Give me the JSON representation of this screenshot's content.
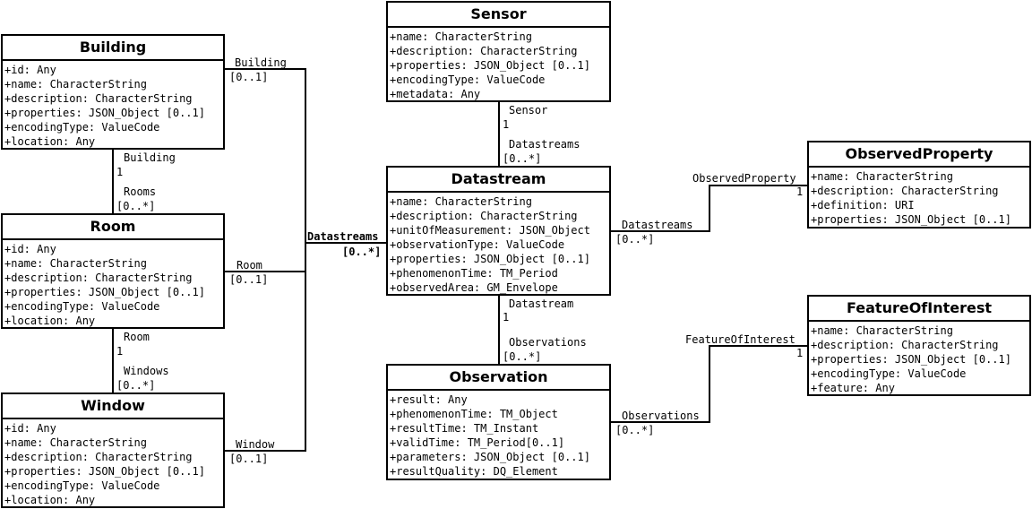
{
  "classes": {
    "sensor": {
      "title": "Sensor",
      "attributes": [
        "+name: CharacterString",
        "+description: CharacterString",
        "+properties: JSON_Object [0..1]",
        "+encodingType: ValueCode",
        "+metadata: Any"
      ]
    },
    "building": {
      "title": "Building",
      "attributes": [
        "+id: Any",
        "+name: CharacterString",
        "+description: CharacterString",
        "+properties: JSON_Object [0..1]",
        "+encodingType: ValueCode",
        "+location: Any"
      ]
    },
    "room": {
      "title": "Room",
      "attributes": [
        "+id: Any",
        "+name: CharacterString",
        "+description: CharacterString",
        "+properties: JSON_Object [0..1]",
        "+encodingType: ValueCode",
        "+location: Any"
      ]
    },
    "window": {
      "title": "Window",
      "attributes": [
        "+id: Any",
        "+name: CharacterString",
        "+description: CharacterString",
        "+properties: JSON_Object [0..1]",
        "+encodingType: ValueCode",
        "+location: Any"
      ]
    },
    "datastream": {
      "title": "Datastream",
      "attributes": [
        "+name: CharacterString",
        "+description: CharacterString",
        "+unitOfMeasurement: JSON_Object",
        "+observationType: ValueCode",
        "+properties: JSON_Object [0..1]",
        "+phenomenonTime: TM_Period",
        "+observedArea: GM_Envelope"
      ]
    },
    "observation": {
      "title": "Observation",
      "attributes": [
        "+result: Any",
        "+phenomenonTime: TM_Object",
        "+resultTime: TM_Instant",
        "+validTime: TM_Period[0..1]",
        "+parameters: JSON_Object [0..1]",
        "+resultQuality: DQ_Element"
      ]
    },
    "observed_property": {
      "title": "ObservedProperty",
      "attributes": [
        "+name: CharacterString",
        "+description: CharacterString",
        "+definition: URI",
        "+properties: JSON_Object [0..1]"
      ]
    },
    "feature_of_interest": {
      "title": "FeatureOfInterest",
      "attributes": [
        "+name: CharacterString",
        "+description: CharacterString",
        "+properties: JSON_Object [0..1]",
        "+encodingType: ValueCode",
        "+feature: Any"
      ]
    }
  },
  "associations": {
    "building_room": {
      "role_a": "Building",
      "mult_a": "1",
      "role_b": "Rooms",
      "mult_b": "[0..*]"
    },
    "room_window": {
      "role_a": "Room",
      "mult_a": "1",
      "role_b": "Windows",
      "mult_b": "[0..*]"
    },
    "things_datastream": {
      "building_role": "Building",
      "building_mult": "[0..1]",
      "room_role": "Room",
      "room_mult": "[0..1]",
      "window_role": "Window",
      "window_mult": "[0..1]",
      "datastreams_role": "Datastreams",
      "datastreams_mult": "[0..*]"
    },
    "sensor_datastream": {
      "role_a": "Sensor",
      "mult_a": "1",
      "role_b": "Datastreams",
      "mult_b": "[0..*]"
    },
    "datastream_observation": {
      "role_a": "Datastream",
      "mult_a": "1",
      "role_b": "Observations",
      "mult_b": "[0..*]"
    },
    "datastream_observedproperty": {
      "role_a": "Datastreams",
      "mult_a": "[0..*]",
      "role_b": "ObservedProperty",
      "mult_b": "1"
    },
    "observation_foi": {
      "role_a": "Observations",
      "mult_a": "[0..*]",
      "role_b": "FeatureOfInterest",
      "mult_b": "1"
    }
  }
}
